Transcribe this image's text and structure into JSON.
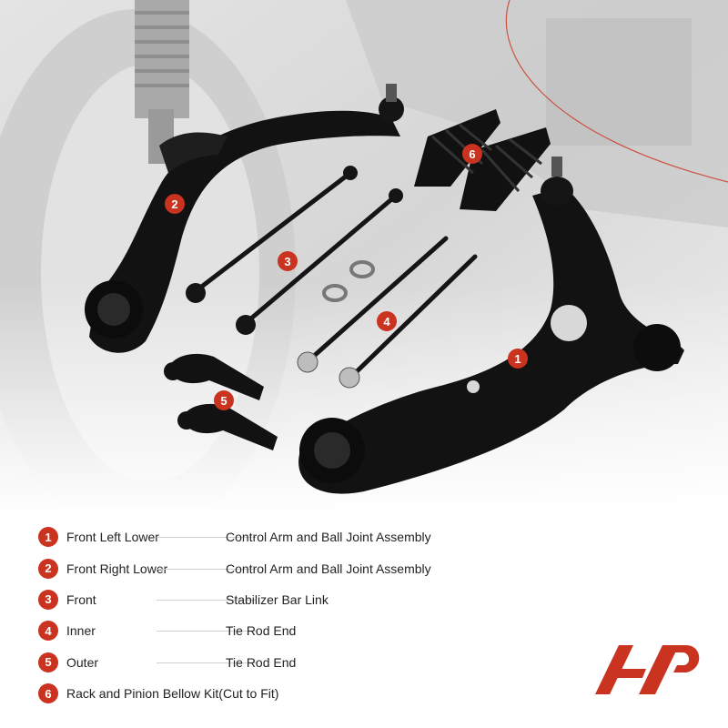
{
  "legend": [
    {
      "num": "1",
      "position": "Front Left Lower",
      "description": "Control Arm and Ball Joint Assembly"
    },
    {
      "num": "2",
      "position": "Front Right Lower",
      "description": "Control Arm and Ball Joint Assembly"
    },
    {
      "num": "3",
      "position": "Front",
      "description": "Stabilizer Bar Link"
    },
    {
      "num": "4",
      "position": "Inner",
      "description": "Tie Rod End"
    },
    {
      "num": "5",
      "position": "Outer",
      "description": "Tie Rod End"
    },
    {
      "num": "6",
      "position": "Rack and Pinion Bellow Kit(Cut to Fit)",
      "description": ""
    }
  ],
  "callouts": [
    "1",
    "2",
    "3",
    "4",
    "5",
    "6"
  ],
  "colors": {
    "accent": "#c9331f",
    "parts": "#111111"
  }
}
